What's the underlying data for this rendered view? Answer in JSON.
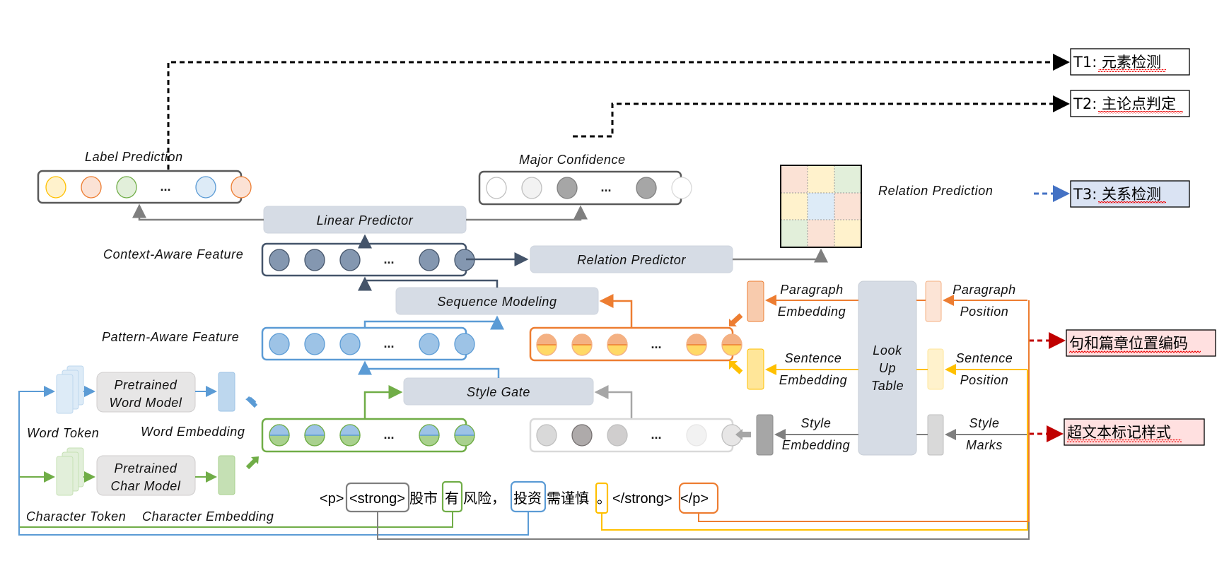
{
  "colors": {
    "blue": "#5b9bd5",
    "green": "#70ad47",
    "orange": "#ed7d31",
    "yellow": "#ffc000",
    "gray": "#808080",
    "navy": "#44546a",
    "module_fill": "#d6dce5",
    "dashed_red": "#c00000",
    "dashed_blue": "#4472c4"
  },
  "tasks": {
    "t1": "T1: 元素检测",
    "t2": "T2: 主论点判定",
    "t3": "T3: 关系检测"
  },
  "annotations": {
    "position_encoding": "句和篇章位置编码",
    "markup_style": "超文本标记样式"
  },
  "labels": {
    "label_prediction": "Label Prediction",
    "major_confidence": "Major Confidence",
    "relation_prediction": "Relation Prediction",
    "context_aware_feature": "Context-Aware Feature",
    "pattern_aware_feature": "Pattern-Aware Feature",
    "word_token": "Word Token",
    "word_embedding": "Word Embedding",
    "character_token": "Character Token",
    "character_embedding": "Character Embedding",
    "paragraph_embedding": [
      "Paragraph",
      "Embedding"
    ],
    "sentence_embedding": [
      "Sentence",
      "Embedding"
    ],
    "style_embedding": [
      "Style",
      "Embedding"
    ],
    "paragraph_position": [
      "Paragraph",
      "Position"
    ],
    "sentence_position": [
      "Sentence",
      "Position"
    ],
    "style_marks": [
      "Style",
      "Marks"
    ],
    "ellipsis": "..."
  },
  "modules": {
    "linear_predictor": "Linear Predictor",
    "relation_predictor": "Relation Predictor",
    "sequence_modeling": "Sequence Modeling",
    "style_gate": "Style Gate",
    "pretrained_word_model": [
      "Pretrained",
      "Word Model"
    ],
    "pretrained_char_model": [
      "Pretrained",
      "Char Model"
    ],
    "look_up_table": [
      "Look",
      "Up",
      "Table"
    ]
  },
  "input_sentence": {
    "parts": [
      "<p>",
      "<strong>",
      "股市",
      "有",
      "风险，",
      "投资",
      "需谨慎",
      "。",
      "</strong>",
      "</p>"
    ]
  }
}
